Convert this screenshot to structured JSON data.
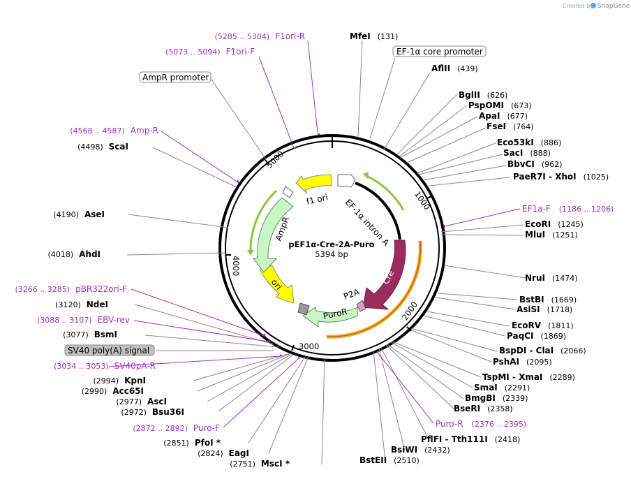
{
  "credit": {
    "prefix": "Created by",
    "brand": "SnapGene"
  },
  "center": {
    "name": "pEF1α-Cre-2A-Puro",
    "size": "5394 bp"
  },
  "ticks": [
    "1000",
    "2000",
    "3000",
    "4000",
    "5000"
  ],
  "features": {
    "ef1a_intron": "EF-1α intron A",
    "cre": "Cre",
    "p2a": "P2A",
    "puror": "PuroR",
    "ori": "ori",
    "ampr": "AmpR",
    "f1ori": "f1 ori"
  },
  "labels": [
    {
      "name": "MfeI",
      "num": "(131)"
    },
    {
      "name": "AflII",
      "num": "(439)"
    },
    {
      "name": "BglII",
      "num": "(626)"
    },
    {
      "name": "PspOMI",
      "num": "(673)"
    },
    {
      "name": "ApaI",
      "num": "(677)"
    },
    {
      "name": "FseI",
      "num": "(764)"
    },
    {
      "name": "Eco53kI",
      "num": "(886)"
    },
    {
      "name": "SacI",
      "num": "(888)"
    },
    {
      "name": "BbvCI",
      "num": "(962)"
    },
    {
      "name": "PaeR7I",
      "name2": "XhoI",
      "num": "(1025)"
    },
    {
      "name": "EcoRI",
      "num": "(1245)"
    },
    {
      "name": "MluI",
      "num": "(1251)"
    },
    {
      "name": "NruI",
      "num": "(1474)"
    },
    {
      "name": "BstBI",
      "num": "(1669)"
    },
    {
      "name": "AsiSI",
      "num": "(1718)"
    },
    {
      "name": "EcoRV",
      "num": "(1811)"
    },
    {
      "name": "PaqCI",
      "num": "(1869)"
    },
    {
      "name": "BspDI",
      "name2": "ClaI",
      "num": "(2066)"
    },
    {
      "name": "PshAI",
      "num": "(2095)"
    },
    {
      "name": "TspMI",
      "name2": "XmaI",
      "num": "(2289)"
    },
    {
      "name": "SmaI",
      "num": "(2291)"
    },
    {
      "name": "BmgBI",
      "num": "(2339)"
    },
    {
      "name": "BseRI",
      "num": "(2358)"
    },
    {
      "name": "PflFI",
      "name2": "Tth111I",
      "num": "(2418)"
    },
    {
      "name": "BsiWI",
      "num": "(2432)"
    },
    {
      "name": "BstEII",
      "num": "(2510)"
    },
    {
      "name": "MscI *",
      "num": "(2751)"
    },
    {
      "name": "EagI",
      "num": "(2824)"
    },
    {
      "name": "PfoI *",
      "num": "(2851)"
    },
    {
      "name": "Bsu36I",
      "num": "(2972)"
    },
    {
      "name": "AscI",
      "num": "(2977)"
    },
    {
      "name": "Acc65I",
      "num": "(2990)"
    },
    {
      "name": "KpnI",
      "num": "(2994)"
    },
    {
      "name": "BsmI",
      "num": "(3077)"
    },
    {
      "name": "NdeI",
      "num": "(3120)"
    },
    {
      "name": "AhdI",
      "num": "(4018)"
    },
    {
      "name": "AseI",
      "num": "(4190)"
    },
    {
      "name": "ScaI",
      "num": "(4498)"
    }
  ],
  "primers": [
    {
      "name": "F1ori-R",
      "range": "(5285 .. 5304)"
    },
    {
      "name": "F1ori-F",
      "range": "(5073 .. 5094)"
    },
    {
      "name": "Amp-R",
      "range": "(4568 .. 4587)"
    },
    {
      "name": "EF1a-F",
      "range": "(1186 .. 1206)"
    },
    {
      "name": "pBR322ori-F",
      "range": "(3266 .. 3285)"
    },
    {
      "name": "EBV-rev",
      "range": "(3088 .. 3107)"
    },
    {
      "name": "SV40pA-R",
      "range": "(3034 .. 3053)"
    },
    {
      "name": "Puro-F",
      "range": "(2872 .. 2892)"
    },
    {
      "name": "Puro-R",
      "range": "(2376 .. 2395)"
    }
  ],
  "boxed": {
    "ef1a_core": "EF-1α core promoter",
    "ampr_promoter": "AmpR promoter",
    "sv40_polya": "SV40 poly(A) signal"
  },
  "colors": {
    "cre": "#9b2c5e",
    "ori": "#ffff00",
    "f1ori": "#ffff00",
    "puror": "#c8f7c5",
    "ampr": "#c8f7c5",
    "orf_arc_green": "#8cc63f",
    "orf_arc_orange": "#f5a623",
    "primer": "#9b2fd0"
  }
}
